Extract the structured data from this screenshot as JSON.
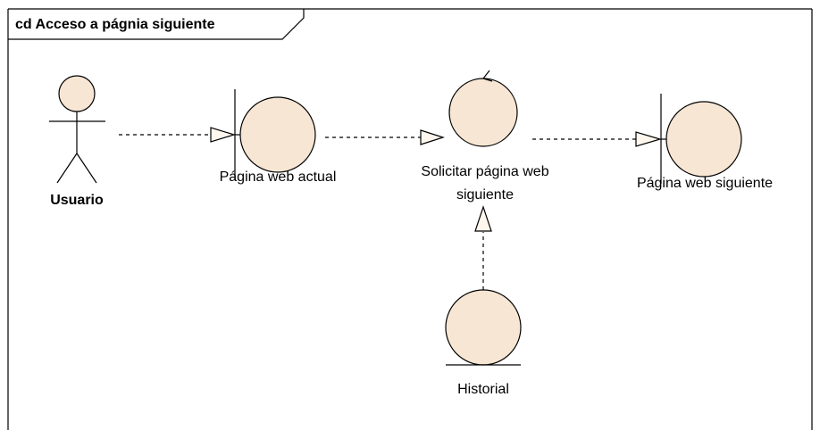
{
  "diagram": {
    "title": "cd Acceso a págnia siguiente",
    "elements": {
      "actor": {
        "type": "actor",
        "label": "Usuario"
      },
      "current_page": {
        "type": "boundary",
        "label": "Página web actual"
      },
      "request_page": {
        "type": "control",
        "label_lines": [
          "Solicitar página web",
          "siguiente"
        ]
      },
      "next_page": {
        "type": "boundary",
        "label": "Página web siguiente"
      },
      "history": {
        "type": "entity",
        "label": "Historial"
      }
    },
    "connections": [
      {
        "from": "Usuario",
        "to": "Página web actual",
        "style": "dashed"
      },
      {
        "from": "Página web actual",
        "to": "Solicitar página web siguiente",
        "style": "dashed"
      },
      {
        "from": "Solicitar página web siguiente",
        "to": "Página web siguiente",
        "style": "dashed"
      },
      {
        "from": "Historial",
        "to": "Solicitar página web siguiente",
        "style": "dashed"
      }
    ],
    "colors": {
      "fill": "#f6e6d3",
      "stroke": "#000000",
      "background": "#ffffff"
    }
  }
}
